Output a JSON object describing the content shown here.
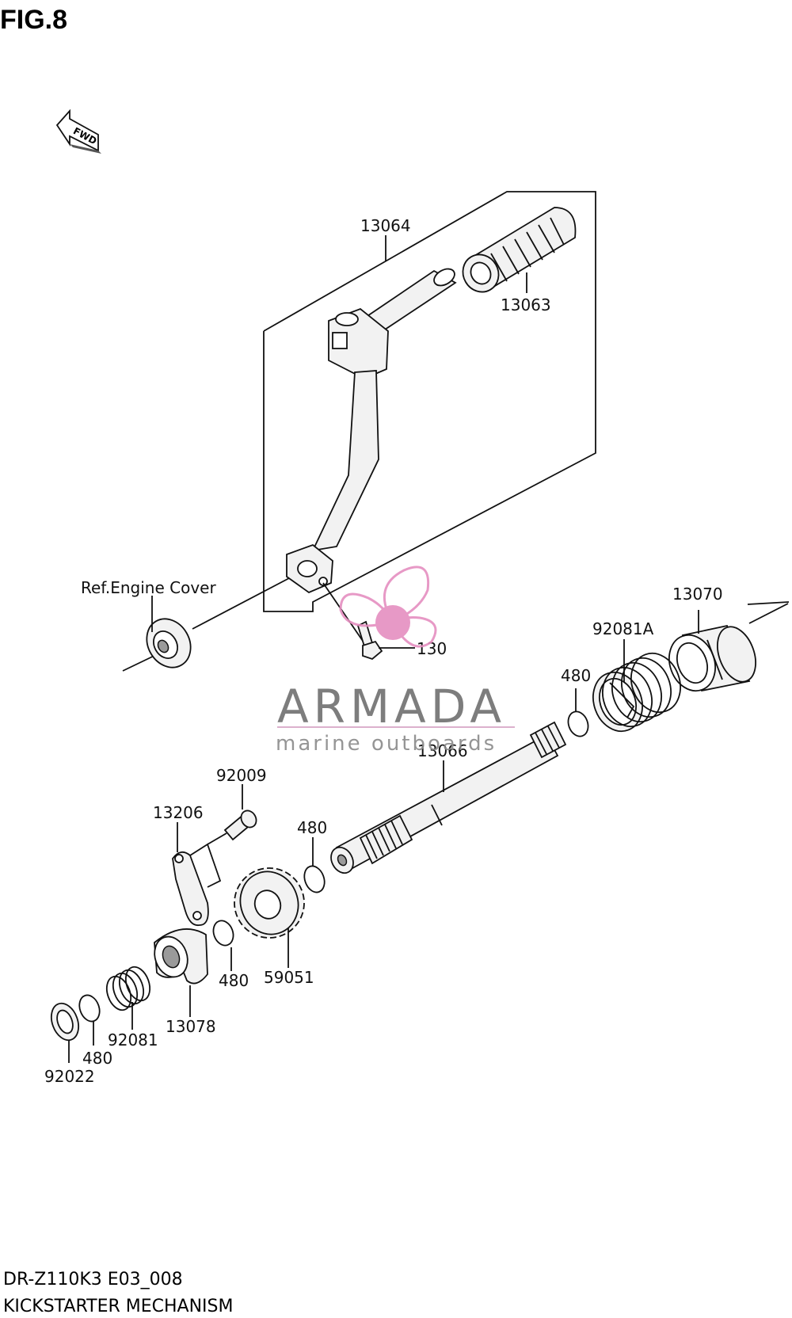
{
  "figure": {
    "title": "FIG.8",
    "fwd_label": "FWD"
  },
  "parts": {
    "kick_pedal": "13064",
    "pedal_rubber": "13063",
    "ref_engine_cover": "Ref.Engine Cover",
    "bolt": "130",
    "guide": "13070",
    "spring_a": "92081A",
    "circlip_upper": "480",
    "shaft": "13066",
    "pin": "92009",
    "stopper_plate": "13206",
    "circlip_mid": "480",
    "gear": "59051",
    "circlip_lower": "480",
    "ratchet": "13078",
    "spring": "92081",
    "circlip_end": "480",
    "washer": "92022"
  },
  "watermark": {
    "brand": "ARMADA",
    "tagline": "marine outboards",
    "colors": {
      "propeller": "#e58fc0",
      "text": "#6f6f6f",
      "rule": "#d9a8c8"
    }
  },
  "footer": {
    "model_code": "DR-Z110K3 E03_008",
    "section_name": "KICKSTARTER MECHANISM"
  }
}
